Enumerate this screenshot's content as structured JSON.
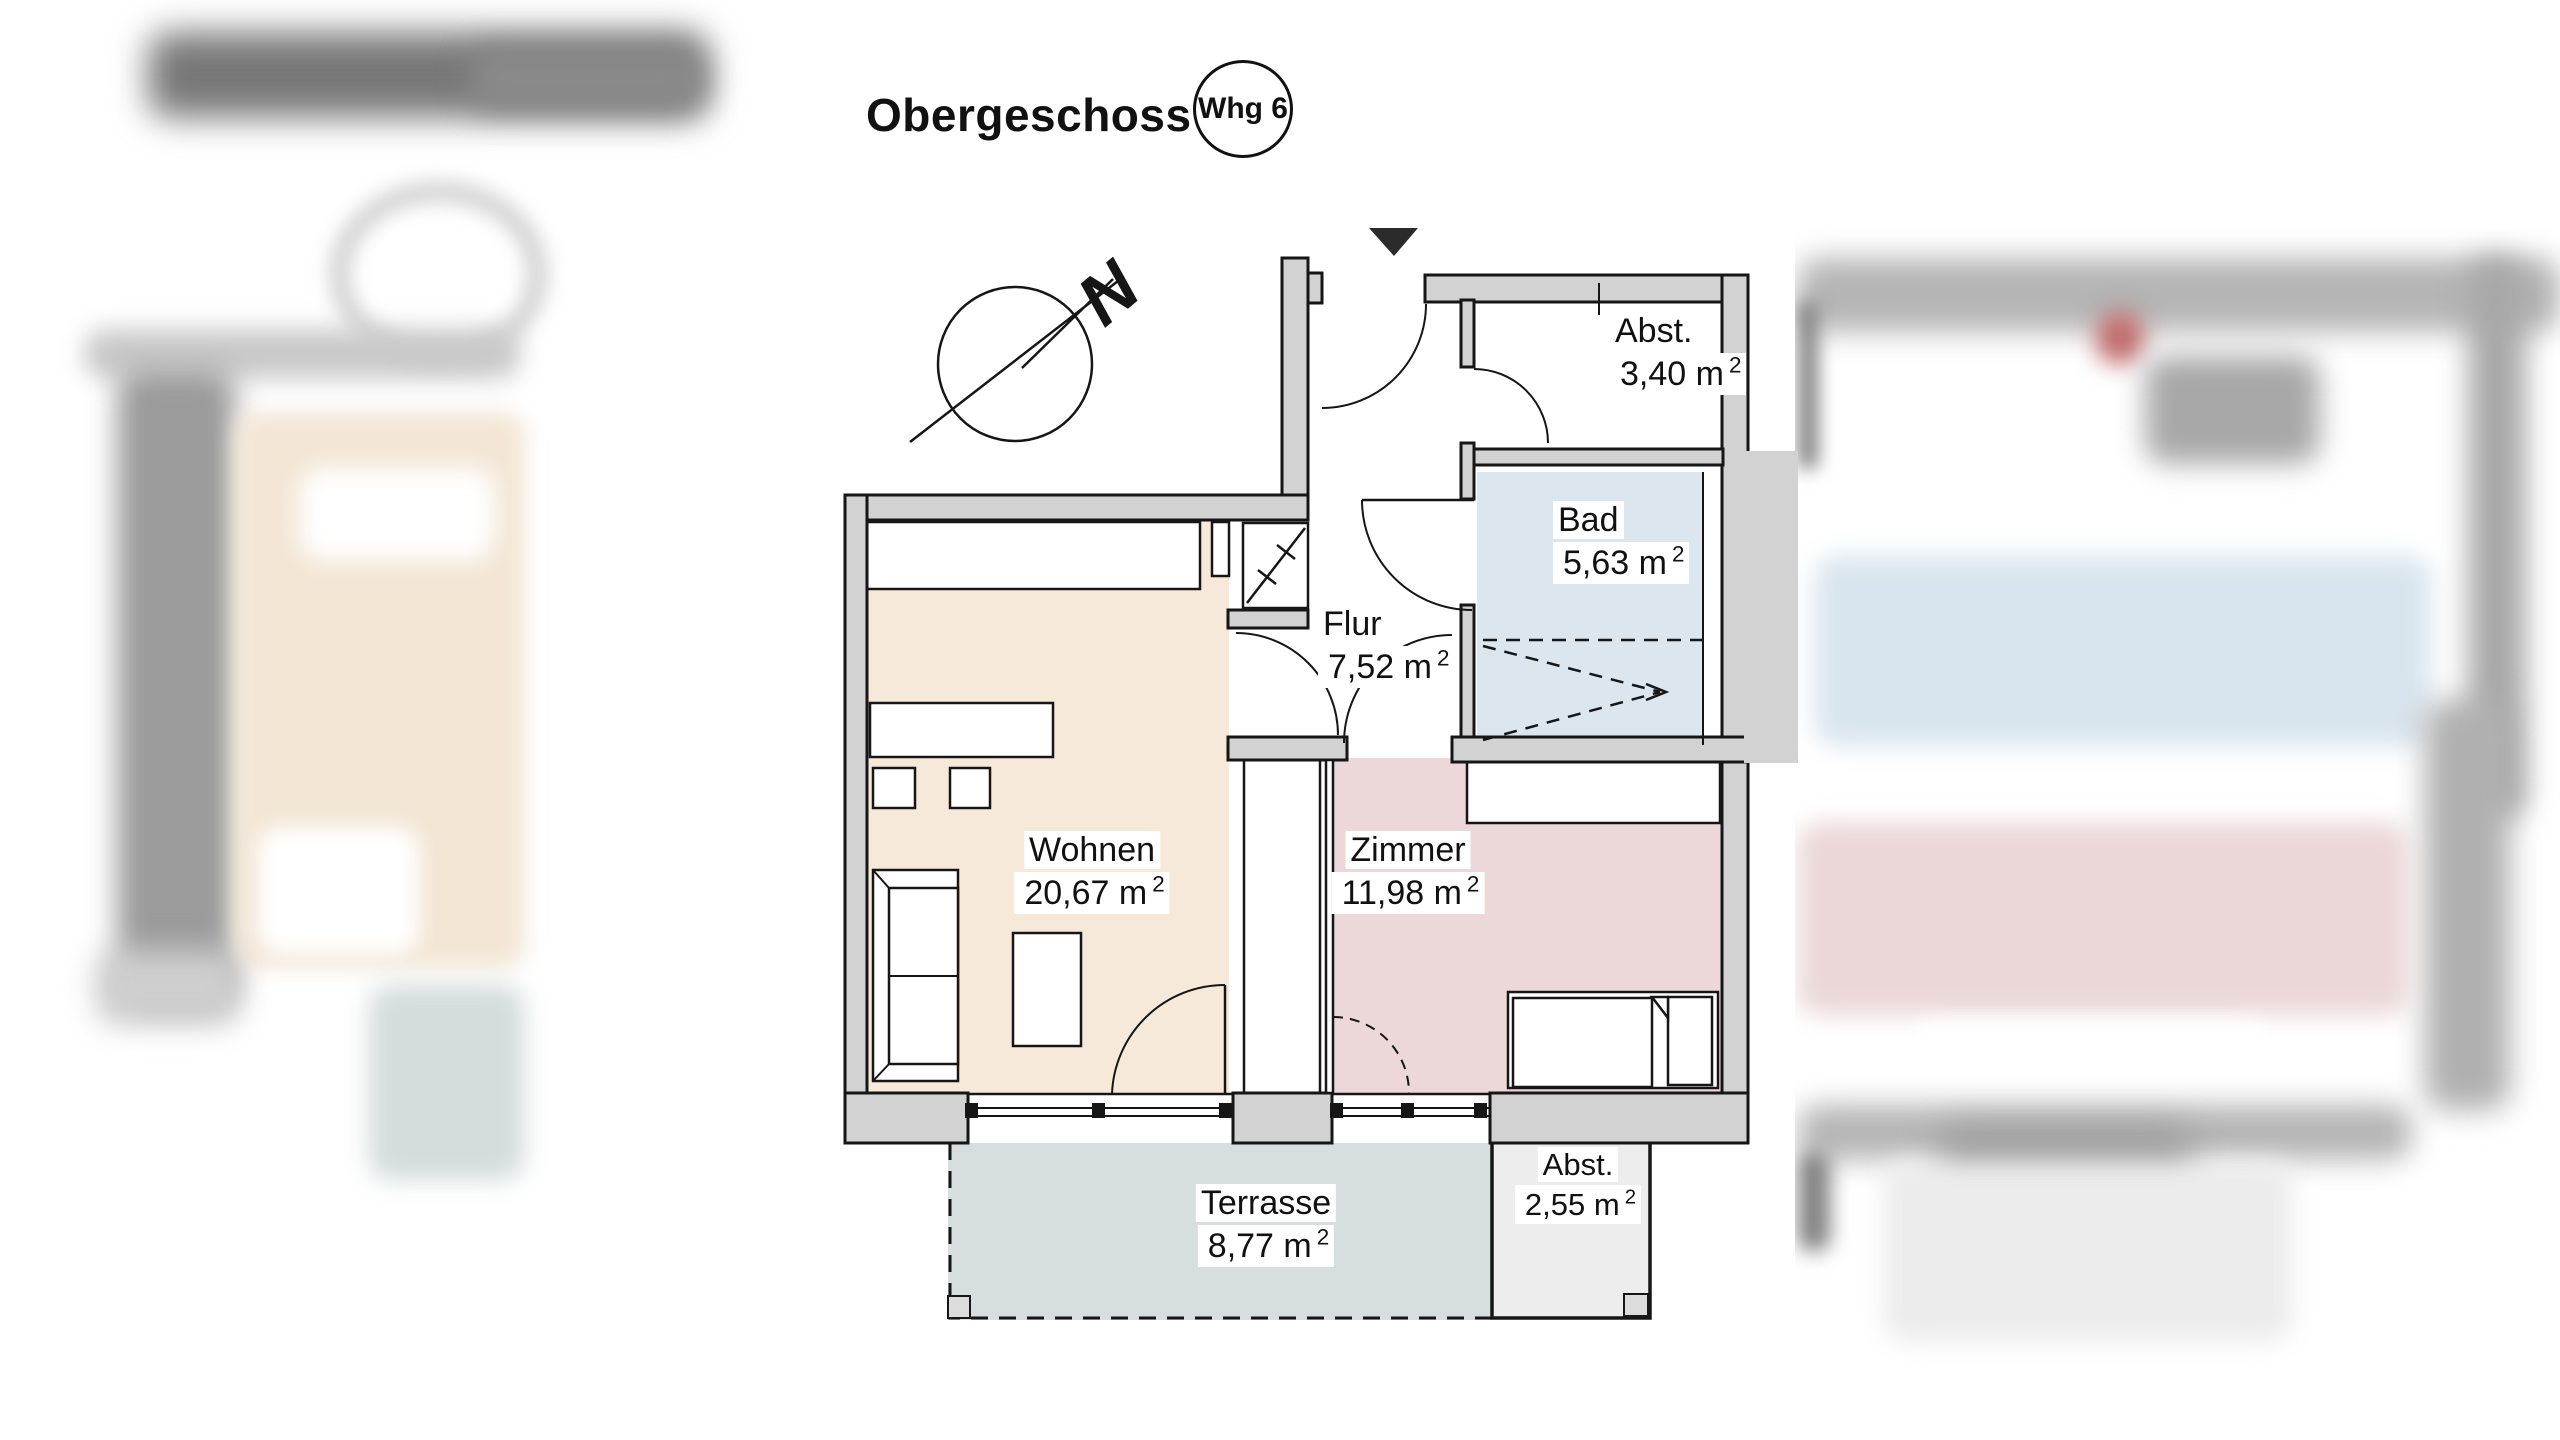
{
  "header": {
    "title": "Obergeschoss",
    "apartment_badge": "Whg 6"
  },
  "compass": {
    "north_label": "N"
  },
  "rooms": {
    "abst_top": {
      "name": "Abst.",
      "area_value": "3,40 m",
      "area_sup": "2"
    },
    "bad": {
      "name": "Bad",
      "area_value": "5,63 m",
      "area_sup": "2"
    },
    "flur": {
      "name": "Flur",
      "area_value": "7,52 m",
      "area_sup": "2"
    },
    "wohnen": {
      "name": "Wohnen",
      "area_value": "20,67 m",
      "area_sup": "2"
    },
    "zimmer": {
      "name": "Zimmer",
      "area_value": "11,98 m",
      "area_sup": "2"
    },
    "terrasse": {
      "name": "Terrasse",
      "area_value": "8,77 m",
      "area_sup": "2"
    },
    "abst_bottom": {
      "name": "Abst.",
      "area_value": "2,55 m",
      "area_sup": "2"
    }
  },
  "colors": {
    "wohnen": "#f6e9da",
    "zimmer": "#ecd8d8",
    "bad": "#dbe6ef",
    "terrasse": "#d6dede",
    "abst_storage": "#ededed",
    "wall": "#d2d2d2",
    "line": "#161616",
    "section_mark": "#e03a3a",
    "entrance_marker": "#2b2b2b"
  }
}
